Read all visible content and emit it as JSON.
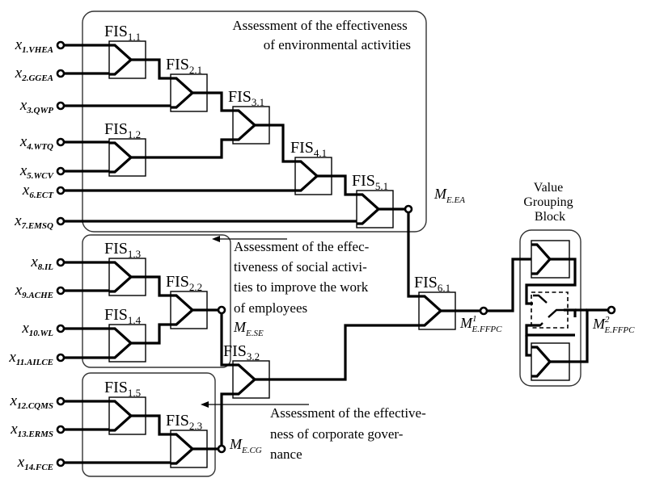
{
  "title": "Hierarchical fuzzy inference system for assessing effectiveness",
  "colors": {
    "line": "#000000",
    "frame": "#333333",
    "background": "#ffffff"
  },
  "inputs": [
    {
      "base": "x",
      "sub": "1.VHEA"
    },
    {
      "base": "x",
      "sub": "2.GGEA"
    },
    {
      "base": "x",
      "sub": "3.QWP"
    },
    {
      "base": "x",
      "sub": "4.WTQ"
    },
    {
      "base": "x",
      "sub": "5.WCV"
    },
    {
      "base": "x",
      "sub": "6.ECT"
    },
    {
      "base": "x",
      "sub": "7.EMSQ"
    },
    {
      "base": "x",
      "sub": "8.IL"
    },
    {
      "base": "x",
      "sub": "9.ACHE"
    },
    {
      "base": "x",
      "sub": "10.WL"
    },
    {
      "base": "x",
      "sub": "11.AILCE"
    },
    {
      "base": "x",
      "sub": "12.CQMS"
    },
    {
      "base": "x",
      "sub": "13.ERMS"
    },
    {
      "base": "x",
      "sub": "14.FCE"
    }
  ],
  "fis_blocks": [
    {
      "id": "1.1",
      "base": "FIS",
      "sub": "1.1"
    },
    {
      "id": "2.1",
      "base": "FIS",
      "sub": "2.1"
    },
    {
      "id": "3.1",
      "base": "FIS",
      "sub": "3.1"
    },
    {
      "id": "1.2",
      "base": "FIS",
      "sub": "1.2"
    },
    {
      "id": "4.1",
      "base": "FIS",
      "sub": "4.1"
    },
    {
      "id": "5.1",
      "base": "FIS",
      "sub": "5.1"
    },
    {
      "id": "1.3",
      "base": "FIS",
      "sub": "1.3"
    },
    {
      "id": "1.4",
      "base": "FIS",
      "sub": "1.4"
    },
    {
      "id": "2.2",
      "base": "FIS",
      "sub": "2.2"
    },
    {
      "id": "3.2",
      "base": "FIS",
      "sub": "3.2"
    },
    {
      "id": "1.5",
      "base": "FIS",
      "sub": "1.5"
    },
    {
      "id": "2.3",
      "base": "FIS",
      "sub": "2.3"
    },
    {
      "id": "6.1",
      "base": "FIS",
      "sub": "6.1"
    }
  ],
  "groups": {
    "environmental": {
      "lines": [
        "Assessment of the effectiveness",
        "of environmental activities"
      ]
    },
    "social": {
      "lines": [
        "Assessment of the effec-",
        "tiveness of social activi-",
        "ties to improve the work",
        "of employees"
      ]
    },
    "corporate": {
      "lines": [
        "Assessment of the effective-",
        "ness of corporate gover-",
        "nance"
      ]
    },
    "value_grouping": {
      "lines": [
        "Value",
        "Grouping",
        "Block"
      ]
    }
  },
  "outputs": {
    "m_ea": {
      "base": "M",
      "sub": "E.EA",
      "sup": ""
    },
    "m_se": {
      "base": "M",
      "sub": "E.SE",
      "sup": ""
    },
    "m_cg": {
      "base": "M",
      "sub": "E.CG",
      "sup": ""
    },
    "m_ffpc1": {
      "base": "M",
      "sub": "E.FFPC",
      "sup": "1"
    },
    "m_ffpc2": {
      "base": "M",
      "sub": "E.FFPC",
      "sup": "2"
    }
  }
}
